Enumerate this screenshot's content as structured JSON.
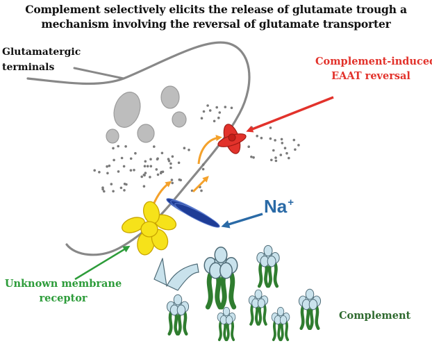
{
  "title": {
    "line1": "Complement selectively elicits the release of glutamate trough a",
    "line2": "mechanism involving the reversal of glutamate transporter"
  },
  "labels": {
    "terminals": [
      "Glutamatergic",
      "terminals"
    ],
    "eaat": [
      "Complement-induced",
      "EAAT reversal"
    ],
    "sodium_base": "Na",
    "sodium_charge": "+",
    "receptor": [
      "Unknown membrane",
      "receptor"
    ],
    "complement": "Complement"
  },
  "colors": {
    "membrane": "#888888",
    "vesicle": "#bdbdbd",
    "eaat_red": "#e2322b",
    "sodium_blue": "#2a6aa6",
    "channel_blue": "#1e3c96",
    "receptor_yellow": "#f6e21a",
    "flow_orange": "#f4a12b",
    "receptor_green": "#2d9c3a",
    "complement_green": "#2f7d2f",
    "complement_blue": "#c9e2ec"
  }
}
